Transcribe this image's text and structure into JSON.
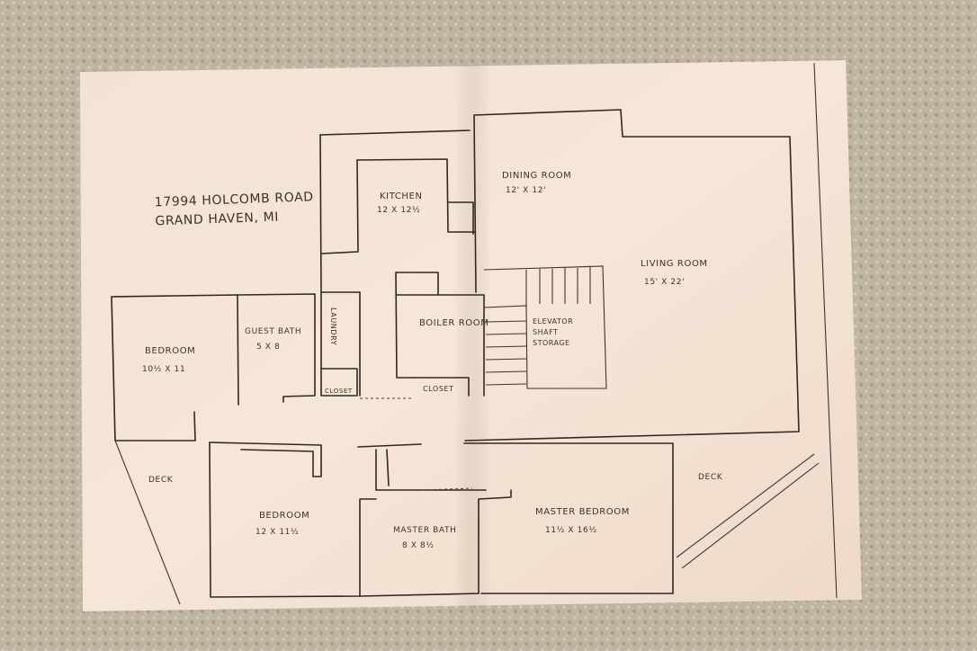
{
  "address": {
    "line1": "17994 HOLCOMB ROAD",
    "line2": "GRAND HAVEN, MI"
  },
  "rooms": {
    "kitchen": {
      "name": "KITCHEN",
      "size": "12 X 12½"
    },
    "dining_room": {
      "name": "DINING ROOM",
      "size": "12' X 12'"
    },
    "living_room": {
      "name": "LIVING ROOM",
      "size": "15' X 22'"
    },
    "bedroom_west": {
      "name": "BEDROOM",
      "size": "10½ X 11"
    },
    "guest_bath": {
      "name": "GUEST BATH",
      "size": "5 X 8"
    },
    "laundry": {
      "name": "LAUNDRY"
    },
    "boiler_room": {
      "name": "BOILER ROOM"
    },
    "elevator": {
      "name": "ELEVATOR SHAFT STORAGE"
    },
    "closet_small": {
      "name": "CLOSET"
    },
    "closet_hall": {
      "name": "CLOSET"
    },
    "deck_west": {
      "name": "DECK"
    },
    "deck_east": {
      "name": "DECK"
    },
    "bedroom_south": {
      "name": "BEDROOM",
      "size": "12 X 11½"
    },
    "master_bath": {
      "name": "MASTER BATH",
      "size": "8 X 8½"
    },
    "master_bedroom": {
      "name": "MASTER BEDROOM",
      "size": "11½ X 16½"
    }
  },
  "colors": {
    "carpet": "#bfb3a1",
    "paper": "#f3e2d3",
    "ink": "#2e2924"
  }
}
